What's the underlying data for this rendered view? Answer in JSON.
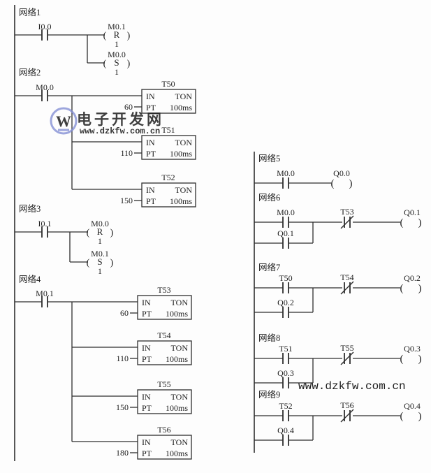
{
  "diagram": {
    "timer_ui": {
      "in": "IN",
      "type": "TON",
      "pt": "PT"
    },
    "networks": {
      "n1": {
        "label": "网络1",
        "contact": "I0.0",
        "coils": [
          {
            "addr": "M0.1",
            "op": "R",
            "count": "1"
          },
          {
            "addr": "M0.0",
            "op": "S",
            "count": "1"
          }
        ]
      },
      "n2": {
        "label": "网络2",
        "contact": "M0.0",
        "timers": [
          {
            "name": "T50",
            "preset": "60",
            "base": "100ms"
          },
          {
            "name": "T51",
            "preset": "110",
            "base": "100ms"
          },
          {
            "name": "T52",
            "preset": "150",
            "base": "100ms"
          }
        ]
      },
      "n3": {
        "label": "网络3",
        "contact": "I0.1",
        "coils": [
          {
            "addr": "M0.0",
            "op": "R",
            "count": "1"
          },
          {
            "addr": "M0.1",
            "op": "S",
            "count": "1"
          }
        ]
      },
      "n4": {
        "label": "网络4",
        "contact": "M0.1",
        "timers": [
          {
            "name": "T53",
            "preset": "60",
            "base": "100ms"
          },
          {
            "name": "T54",
            "preset": "110",
            "base": "100ms"
          },
          {
            "name": "T55",
            "preset": "150",
            "base": "100ms"
          },
          {
            "name": "T56",
            "preset": "180",
            "base": "100ms"
          }
        ]
      },
      "n5": {
        "label": "网络5",
        "contact": "M0.0",
        "coil": "Q0.0"
      },
      "n6": {
        "label": "网络6",
        "contact": "M0.0",
        "parallel": "Q0.1",
        "nc": "T53",
        "coil": "Q0.1"
      },
      "n7": {
        "label": "网络7",
        "contact": "T50",
        "parallel": "Q0.2",
        "nc": "T54",
        "coil": "Q0.2"
      },
      "n8": {
        "label": "网络8",
        "contact": "T51",
        "parallel": "Q0.3",
        "nc": "T55",
        "coil": "Q0.3"
      },
      "n9": {
        "label": "网络9",
        "contact": "T52",
        "parallel": "Q0.4",
        "nc": "T56",
        "coil": "Q0.4"
      }
    }
  },
  "watermark": {
    "logo_letter": "W",
    "site_name": "电子开发网",
    "site_url": "www.dzkfw.com.cn",
    "green_url": "www.dzkfw.com.cn",
    "colors": {
      "red": "#e03434",
      "red_url": "#ea5f5f",
      "blue": "#8590d4",
      "green": "#2fbc6e",
      "line": "#2e2e2e"
    }
  }
}
